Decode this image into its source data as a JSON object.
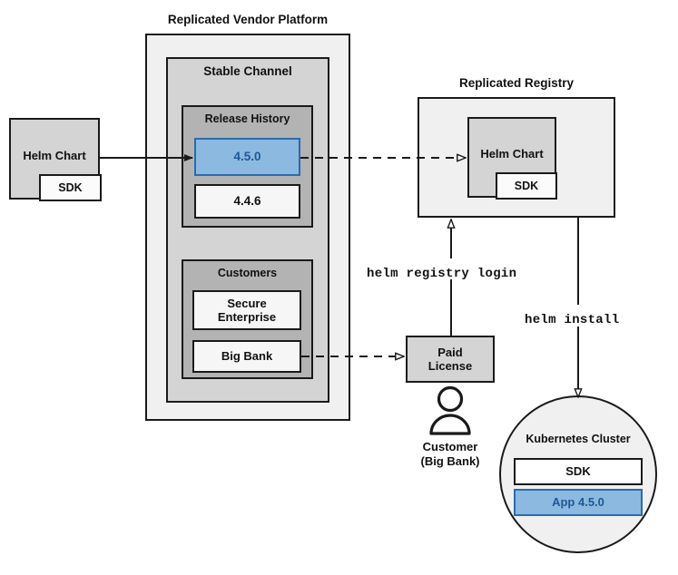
{
  "diagram": {
    "title": "Replicated Vendor Platform release and install flow",
    "colors": {
      "stroke": "#1a1a1a",
      "platform_fill": "#f0f0f0",
      "channel_fill": "#d4d4d4",
      "group_fill": "#b3b3b3",
      "item_fill": "#f2f2f2",
      "chart_fill": "#d4d4d4",
      "highlight_fill": "#8cb9e0",
      "highlight_stroke": "#2a6bad",
      "highlight_text": "#1f5896",
      "text": "#111111"
    },
    "groups": {
      "platform": {
        "title": "Replicated Vendor Platform",
        "channel": {
          "title": "Stable Channel",
          "release_history": {
            "title": "Release History",
            "versions": [
              {
                "label": "4.5.0",
                "highlighted": true
              },
              {
                "label": "4.4.6",
                "highlighted": false
              }
            ]
          },
          "customers": {
            "title": "Customers",
            "items": [
              {
                "label": "Secure\nEnterprise",
                "line1": "Secure",
                "line2": "Enterprise"
              },
              {
                "label": "Big Bank",
                "line1": "Big Bank",
                "line2": ""
              }
            ]
          }
        }
      },
      "registry": {
        "title": "Replicated Registry",
        "chart": {
          "label": "Helm Chart"
        },
        "sdk": {
          "label": "SDK"
        }
      },
      "cluster": {
        "title": "Kubernetes Cluster",
        "items": [
          {
            "label": "SDK",
            "highlighted": false
          },
          {
            "label": "App 4.5.0",
            "highlighted": true
          }
        ]
      }
    },
    "source_chart": {
      "label": "Helm Chart",
      "sdk_label": "SDK"
    },
    "license": {
      "line1": "Paid",
      "line2": "License"
    },
    "actor": {
      "line1": "Customer",
      "line2": "(Big Bank)",
      "icon": "person-icon"
    },
    "commands": [
      {
        "name": "helm-registry-login",
        "text": "helm registry login"
      },
      {
        "name": "helm-install",
        "text": "helm install"
      }
    ],
    "connections": [
      {
        "name": "chart-to-release",
        "style": "solid",
        "arrowhead": "filled"
      },
      {
        "name": "release-to-registry",
        "style": "dashed",
        "arrowhead": "hollow"
      },
      {
        "name": "bigbank-to-license",
        "style": "dashed",
        "arrowhead": "hollow"
      },
      {
        "name": "license-to-registry",
        "style": "solid",
        "arrowhead": "hollow"
      },
      {
        "name": "registry-to-cluster",
        "style": "solid",
        "arrowhead": "hollow"
      }
    ]
  }
}
